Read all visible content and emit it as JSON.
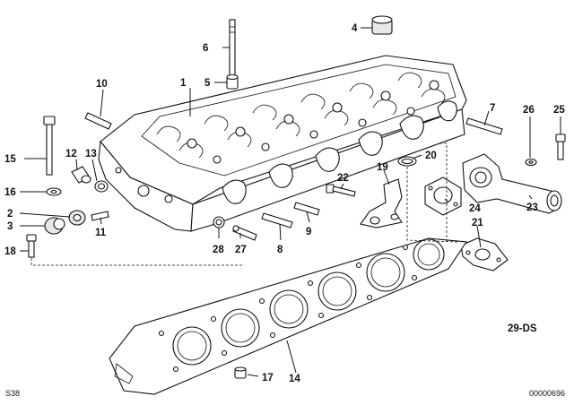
{
  "diagram": {
    "diagram_code": "29-DS",
    "sheet_code": "S38",
    "drawing_number": "00000696",
    "callouts": [
      "1",
      "2",
      "3",
      "4",
      "5",
      "6",
      "7",
      "8",
      "9",
      "10",
      "11",
      "12",
      "13",
      "14",
      "15",
      "16",
      "17",
      "18",
      "19",
      "20",
      "21",
      "22",
      "23",
      "24",
      "25",
      "26",
      "27",
      "28"
    ]
  }
}
